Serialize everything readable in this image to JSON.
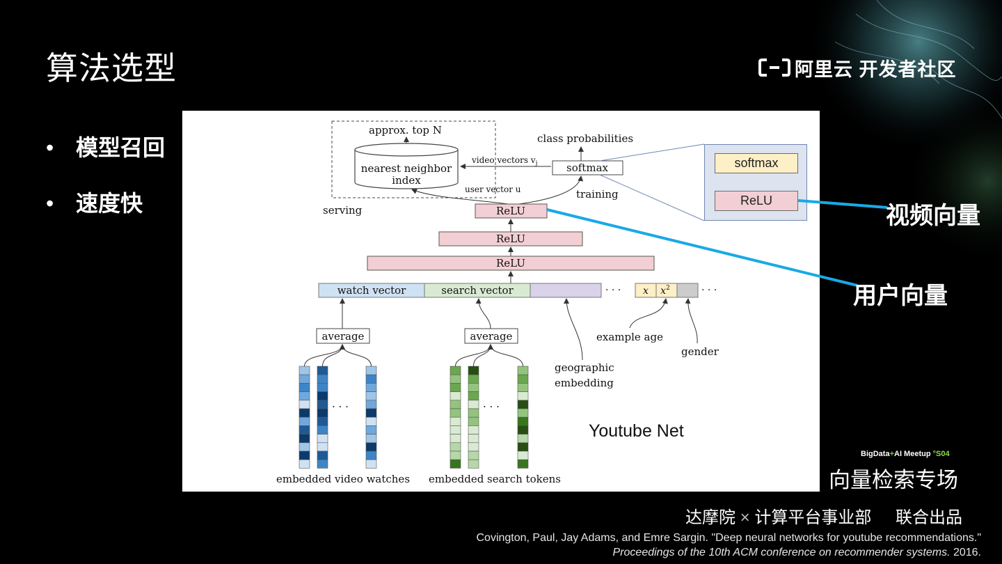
{
  "slide": {
    "title": "算法选型",
    "bullets": [
      "模型召回",
      "速度快"
    ]
  },
  "logo": {
    "text": "阿里云 开发者社区"
  },
  "figure": {
    "caption": "Youtube Net",
    "labels": {
      "approx_top": "approx. top N",
      "nn_index_line1": "nearest neighbor",
      "nn_index_line2": "index",
      "video_vectors": "video vectors v",
      "video_vectors_sub": "j",
      "user_vector": "user vector u",
      "class_probabilities": "class probabilities",
      "softmax": "softmax",
      "training": "training",
      "serving": "serving",
      "relu": "ReLU",
      "watch_vector": "watch vector",
      "search_vector": "search vector",
      "ellipsis": "· · ·",
      "x": "x",
      "x2": "x",
      "x2_sup": "2",
      "average": "average",
      "example_age": "example age",
      "gender": "gender",
      "geo_line1": "geographic",
      "geo_line2": "embedding",
      "embedded_video_watches": "embedded video watches",
      "embedded_search_tokens": "embedded search tokens"
    },
    "zoom": {
      "softmax": "softmax",
      "relu": "ReLU"
    }
  },
  "callouts": {
    "video_vector": "视频向量",
    "user_vector": "用户向量"
  },
  "footer": {
    "meetup_prefix": "BigData",
    "meetup_plus": "+",
    "meetup_ai": "AI Meetup",
    "meetup_season": "°S04",
    "session": "向量检索专场",
    "producer_a": "达摩院",
    "cross": "×",
    "producer_b": "计算平台事业部",
    "joint": "联合出品",
    "citation_line1": "Covington, Paul, Jay Adams, and Emre Sargin. \"Deep neural networks for youtube recommendations.\"",
    "citation_venue": "Proceedings of the 10th ACM conference on recommender systems.",
    "citation_year": " 2016."
  },
  "colors": {
    "relu_fill": "#f2cfd4",
    "softmax_fill": "#fdefc6",
    "watch_fill": "#cfe2f3",
    "search_fill": "#d9ead3",
    "geo_fill": "#d9d2e9",
    "gender_fill": "#cccccc",
    "callout_line": "#19a9e6"
  }
}
